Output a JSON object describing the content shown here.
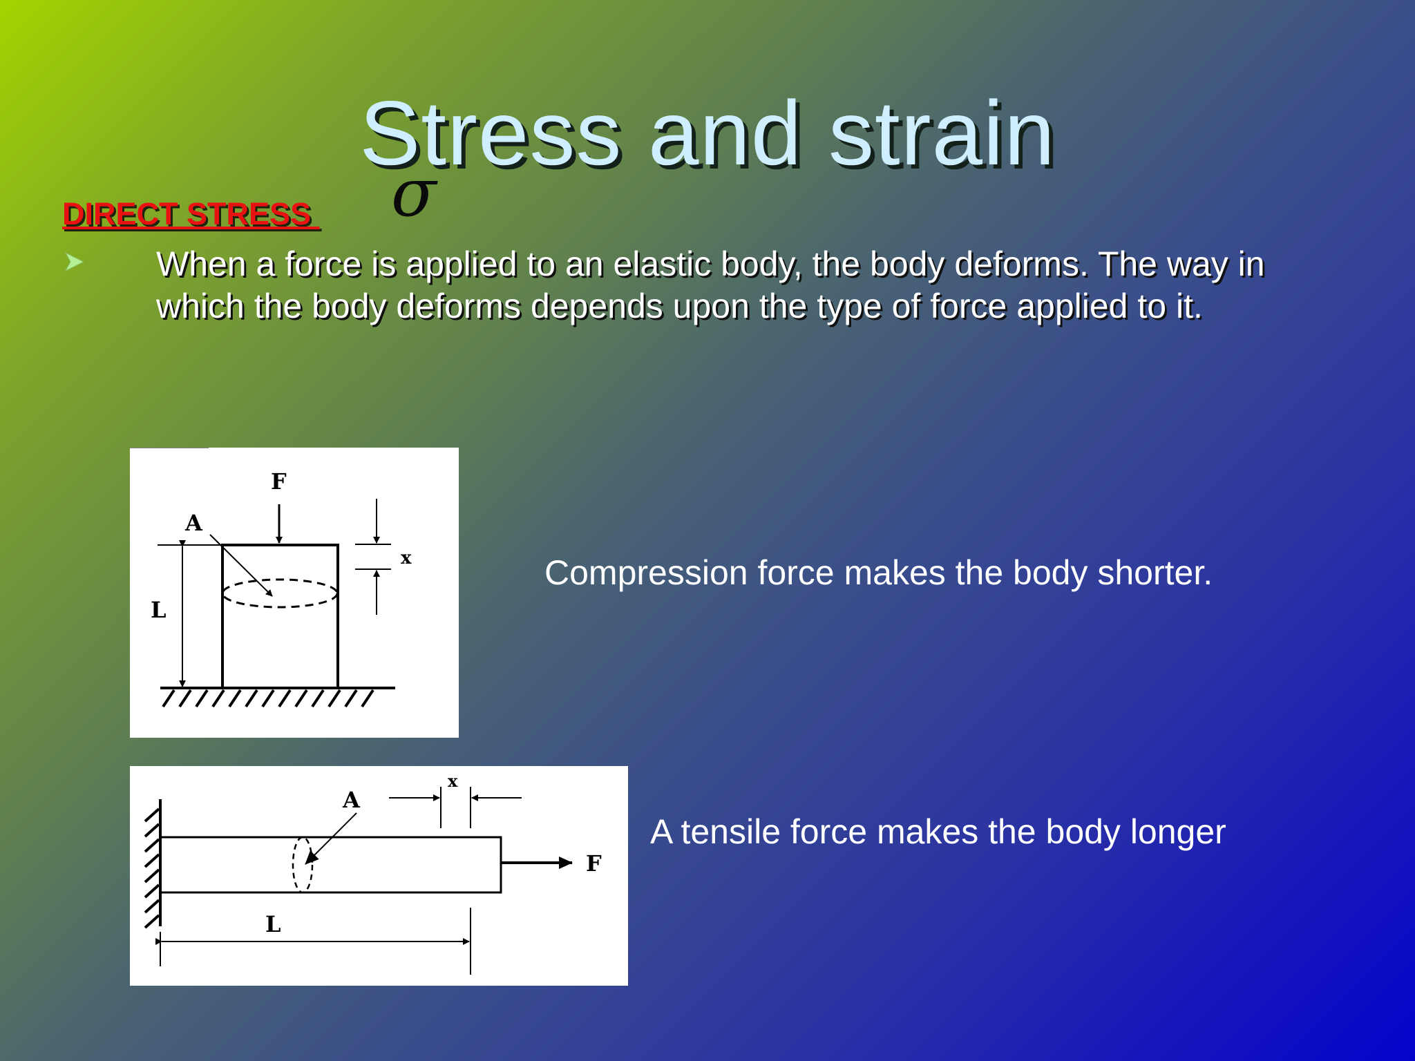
{
  "slide": {
    "title": "Stress and strain",
    "subheading": "DIRECT STRESS ",
    "symbol": "σ",
    "bullet_icon": "arrowhead-bullet-icon",
    "bullet_text": "When a force is applied to an elastic body, the body deforms. The way in which the body deforms depends upon the type of force applied to it."
  },
  "figure_compression": {
    "labels": {
      "force": "F",
      "area": "A",
      "length": "L",
      "deformation": "x"
    },
    "caption": "Compression force makes the body shorter."
  },
  "figure_tension": {
    "labels": {
      "force": "F",
      "area": "A",
      "length": "L",
      "deformation": "x"
    },
    "caption": "A tensile force makes the body longer"
  },
  "colors": {
    "title": "#cfefff",
    "subheading": "#e81212",
    "bullet": "#b4f096"
  }
}
